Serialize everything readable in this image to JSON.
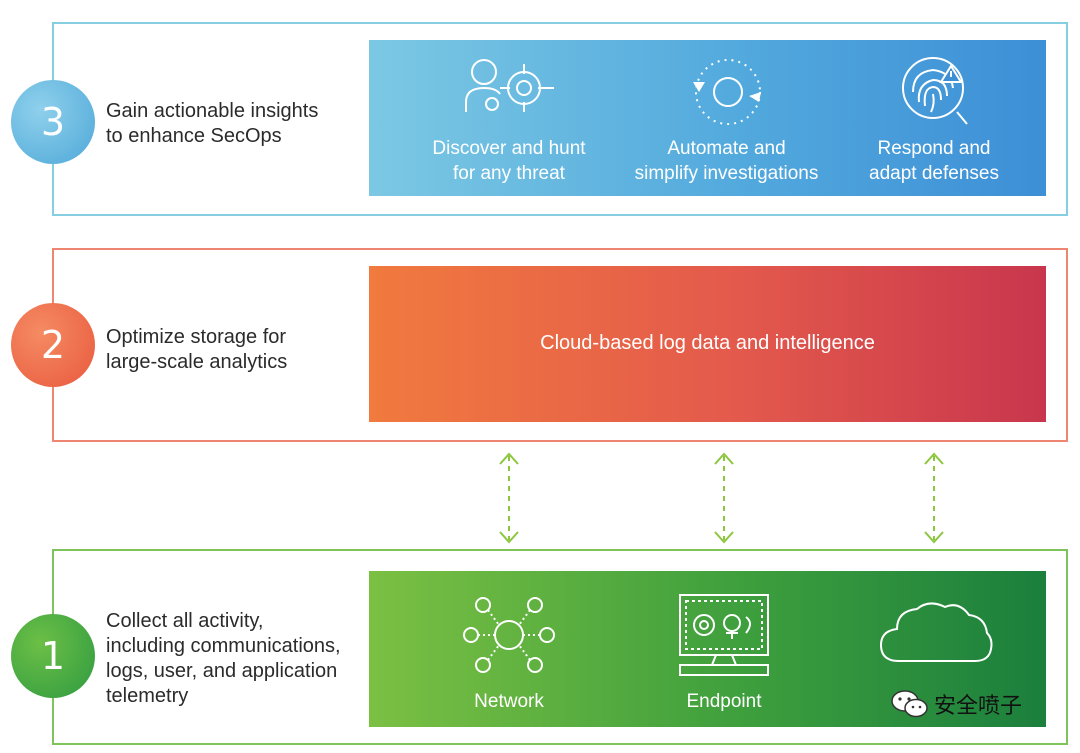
{
  "tiers": {
    "tier3": {
      "number": "3",
      "description": [
        "Gain actionable insights",
        "to enhance SecOps"
      ],
      "features": [
        {
          "lines": [
            "Discover and hunt",
            "for any threat"
          ],
          "icon": "analyst-target-icon"
        },
        {
          "lines": [
            "Automate and",
            "simplify investigations"
          ],
          "icon": "cycle-automation-icon"
        },
        {
          "lines": [
            "Respond and",
            "adapt defenses"
          ],
          "icon": "fingerprint-alert-icon"
        }
      ]
    },
    "tier2": {
      "number": "2",
      "description": [
        "Optimize storage for",
        "large-scale analytics"
      ],
      "panel_label": "Cloud-based log data and intelligence"
    },
    "tier1": {
      "number": "1",
      "description": [
        "Collect all activity,",
        "including communications,",
        "logs, user, and application",
        "telemetry"
      ],
      "sources": [
        {
          "label": "Network",
          "icon": "network-nodes-icon"
        },
        {
          "label": "Endpoint",
          "icon": "computer-threat-icon"
        },
        {
          "label": "",
          "icon": "cloud-icon"
        }
      ]
    }
  },
  "watermark": {
    "text": "安全喷子",
    "icon": "wechat-icon"
  },
  "colors": {
    "tier3_accent": "#4ea8d8",
    "tier2_accent": "#e8593d",
    "tier1_accent": "#2e9a40",
    "arrow": "#8cc63f"
  }
}
